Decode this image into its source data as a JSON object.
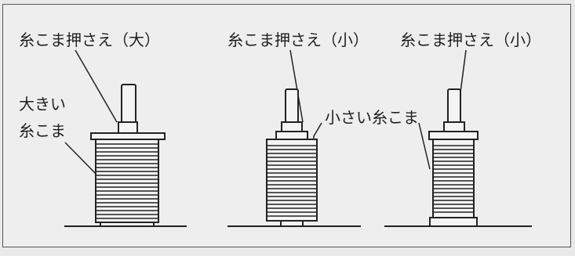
{
  "labels": {
    "top_left": "糸こま押さえ（大）",
    "top_middle": "糸こま押さえ（小）",
    "top_right": "糸こま押さえ（小）",
    "left_big_spool": "大きい\n糸こま",
    "middle_small_spool": "小さい糸こま"
  }
}
